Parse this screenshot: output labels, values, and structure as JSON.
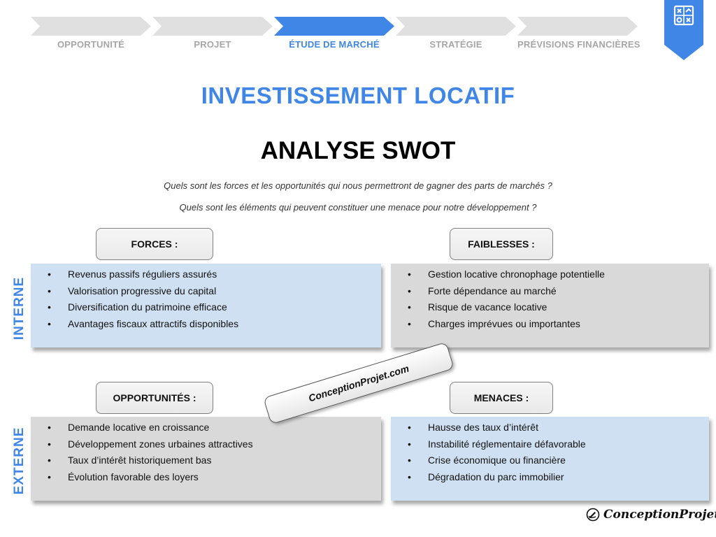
{
  "steps": [
    {
      "label": "OPPORTUNITÉ",
      "active": false
    },
    {
      "label": "PROJET",
      "active": false
    },
    {
      "label": "ÉTUDE DE MARCHÉ",
      "active": true
    },
    {
      "label": "STRATÉGIE",
      "active": false
    },
    {
      "label": "PRÉVISIONS FINANCIÈRES",
      "active": false
    }
  ],
  "colors": {
    "accent": "#3f86e6",
    "inactive_step": "#e0e0e0",
    "blue_box": "#cfe0f2",
    "gray_box": "#d9d9d9"
  },
  "corner_icon": "strategy-board-icon",
  "title": "INVESTISSEMENT LOCATIF",
  "subtitle": "ANALYSE SWOT",
  "questions": [
    "Quels sont les forces et les opportunités qui nous permettront de gagner des parts de marchés ?",
    "Quels sont les éléments qui peuvent constituer une menace pour notre développement ?"
  ],
  "axes": {
    "internal": "INTERNE",
    "external": "EXTERNE"
  },
  "swot": {
    "forces": {
      "label": "FORCES :",
      "items": [
        "Revenus passifs réguliers assurés",
        "Valorisation progressive du capital",
        "Diversification du patrimoine efficace",
        "Avantages fiscaux attractifs disponibles"
      ]
    },
    "faiblesses": {
      "label": "FAIBLESSES :",
      "items": [
        "Gestion locative chronophage potentielle",
        "Forte dépendance au marché",
        "Risque de vacance locative",
        "Charges imprévues ou importantes"
      ]
    },
    "opportunites": {
      "label": "OPPORTUNITÉS :",
      "items": [
        "Demande locative en croissance",
        "Développement zones urbaines attractives",
        "Taux d’intérêt historiquement bas",
        "Évolution favorable des loyers"
      ]
    },
    "menaces": {
      "label": "MENACES :",
      "items": [
        "Hausse des taux d’intérêt",
        "Instabilité réglementaire défavorable",
        "Crise économique ou financière",
        "Dégradation du parc immobilier"
      ]
    }
  },
  "watermark": "ConceptionProjet.com",
  "brand": {
    "icon": "pencil-circle-icon",
    "name": "ConceptionProjet"
  }
}
